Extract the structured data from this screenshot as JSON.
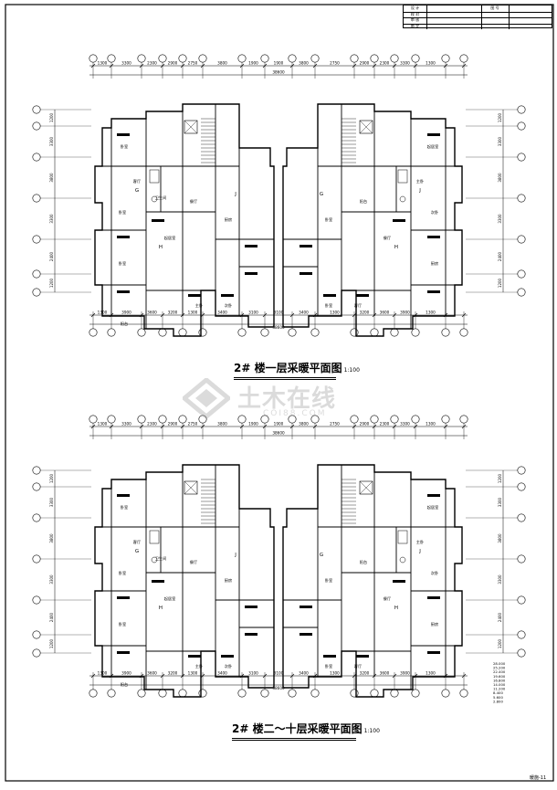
{
  "title_block": {
    "rows": [
      {
        "label": "设 计",
        "col3": "图 号"
      },
      {
        "label": "校 对",
        "col3": ""
      },
      {
        "label": "审 核",
        "col3": ""
      },
      {
        "label": "审 定",
        "col3": ""
      }
    ]
  },
  "plans": [
    {
      "title": "2# 楼一层采暖平面图",
      "scale": "1:100",
      "top_dims": [
        "1300",
        "3300",
        "2300",
        "2900",
        "2750",
        "3800",
        "1900",
        "1900",
        "3800",
        "2750",
        "2900",
        "2300",
        "3300",
        "1300"
      ],
      "total_dim": "38600",
      "bottom_dims": [
        "1300",
        "3900",
        "3600",
        "3200",
        "1300",
        "3400",
        "3100",
        "3100",
        "3400",
        "1300",
        "3200",
        "3600",
        "3900",
        "1300"
      ],
      "left_dims": [
        "1200",
        "3300",
        "3800",
        "3300",
        "2400",
        "1200"
      ],
      "rooms": [
        "卧室",
        "客厅",
        "卧室",
        "卧室",
        "起居室",
        "厨房",
        "主卧",
        "次卧",
        "餐厅",
        "卫生间",
        "阳台",
        "起居室",
        "主卧",
        "次卧",
        "厨房",
        "餐厅",
        "卧室",
        "客厅",
        "卧室",
        "阳台"
      ],
      "unit_letters": [
        "G",
        "H",
        "J",
        "J",
        "H",
        "G"
      ]
    },
    {
      "title": "2# 楼二～十层采暖平面图",
      "scale": "1:100",
      "top_dims": [
        "1300",
        "3300",
        "2300",
        "2900",
        "2750",
        "3800",
        "1900",
        "1900",
        "3800",
        "2750",
        "2900",
        "2300",
        "3300",
        "1300"
      ],
      "total_dim": "38600",
      "bottom_dims": [
        "1300",
        "3900",
        "3600",
        "3200",
        "1300",
        "3400",
        "3100",
        "3100",
        "3400",
        "1300",
        "3200",
        "3600",
        "3900",
        "1300"
      ],
      "left_dims": [
        "1200",
        "3300",
        "3800",
        "3300",
        "2400",
        "1200"
      ],
      "rooms": [
        "卧室",
        "客厅",
        "卧室",
        "卧室",
        "起居室",
        "厨房",
        "主卧",
        "次卧",
        "餐厅",
        "卫生间",
        "阳台",
        "起居室",
        "主卧",
        "次卧",
        "厨房",
        "餐厅",
        "卧室",
        "客厅",
        "卧室",
        "阳台"
      ],
      "unit_letters": [
        "G",
        "H",
        "J",
        "J",
        "H",
        "G"
      ]
    }
  ],
  "elevation_notes": [
    "28.000",
    "25.200",
    "22.400",
    "19.600",
    "16.800",
    "14.000",
    "11.200",
    "8.400",
    "5.600",
    "2.800"
  ],
  "sheet_number": "暖施-11",
  "watermark": {
    "main": "土木在线",
    "sub": "COI88.COM"
  },
  "colors": {
    "line": "#000000",
    "watermark": "#9a9a9a"
  }
}
